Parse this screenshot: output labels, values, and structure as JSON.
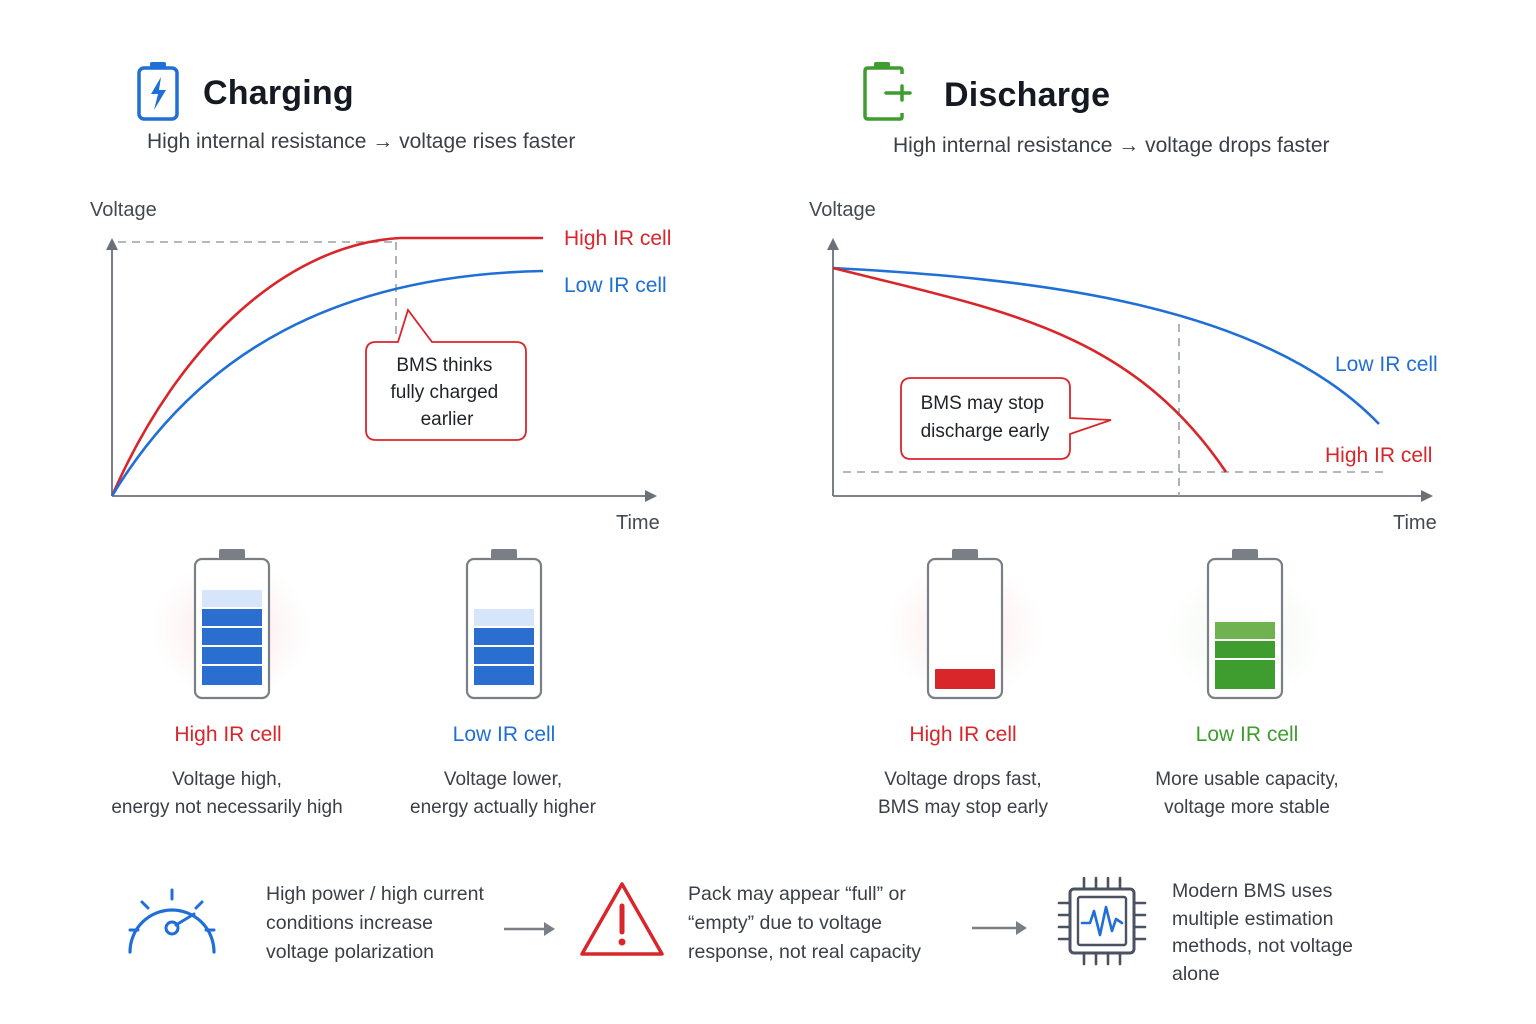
{
  "colors": {
    "red": "#d9262b",
    "blue": "#1f6fd6",
    "green": "#3f9c2f",
    "axis": "#6b7079",
    "dashed": "#9aa0a8"
  },
  "charging": {
    "icon": "battery-charging-icon",
    "title": "Charging",
    "subtitle": "High internal resistance → voltage rises faster",
    "chart": {
      "ylabel": "Voltage",
      "xlabel": "Time",
      "high_label": "High IR cell",
      "low_label": "Low IR cell",
      "callout": [
        "BMS thinks",
        "fully charged",
        "earlier"
      ]
    },
    "cells": [
      {
        "title": "High IR cell",
        "desc1": "Voltage high,",
        "desc2": "energy not necessarily high",
        "fill_fraction": 0.95
      },
      {
        "title": "Low IR cell",
        "desc1": "Voltage lower,",
        "desc2": "energy actually higher",
        "fill_fraction": 0.8
      }
    ]
  },
  "discharge": {
    "icon": "battery-discharge-icon",
    "title": "Discharge",
    "subtitle": "High internal resistance → voltage drops faster",
    "chart": {
      "ylabel": "Voltage",
      "xlabel": "Time",
      "high_label": "High IR cell",
      "low_label": "Low IR cell",
      "callout": [
        "BMS may stop",
        "discharge early"
      ]
    },
    "cells": [
      {
        "title": "High IR cell",
        "desc1": "Voltage drops fast,",
        "desc2": "BMS may stop early",
        "fill_fraction": 0.18
      },
      {
        "title": "Low IR cell",
        "desc1": "More usable capacity,",
        "desc2": "voltage more stable",
        "fill_fraction": 0.6
      }
    ]
  },
  "bottom": {
    "step1": {
      "icon": "speedometer-icon",
      "lines": [
        "High power / high current",
        "conditions increase",
        "voltage polarization"
      ]
    },
    "step2": {
      "icon": "warning-icon",
      "lines": [
        "Pack may appear “full” or",
        "“empty” due to voltage",
        "response, not real capacity"
      ]
    },
    "step3": {
      "icon": "bms-chip-icon",
      "lines": [
        "Modern BMS uses",
        "multiple estimation",
        "methods, not voltage",
        "alone"
      ]
    }
  }
}
